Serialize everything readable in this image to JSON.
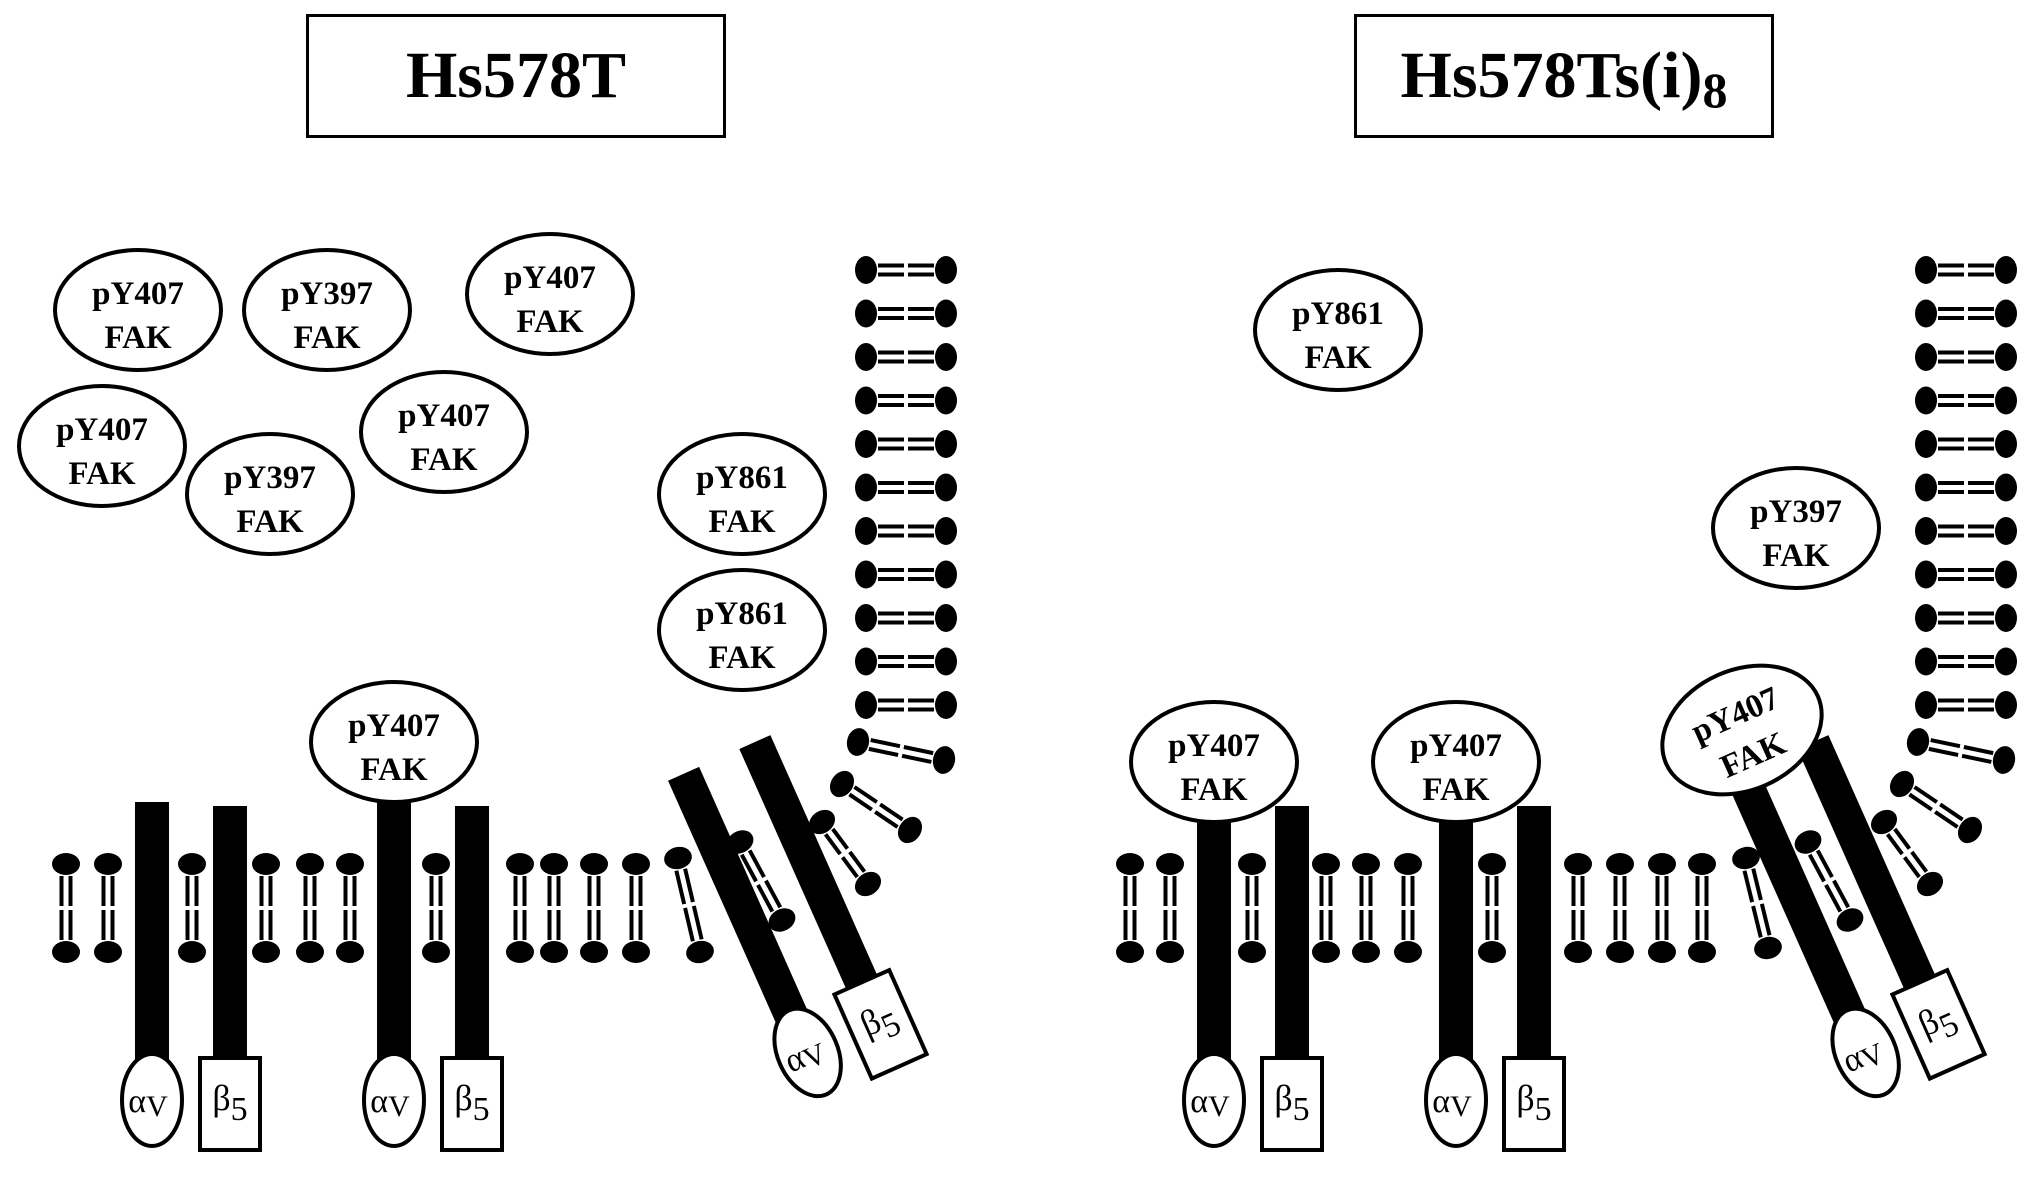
{
  "panels": [
    {
      "title": "Hs578T",
      "integrins": [
        {
          "alpha_label": "α",
          "alpha_sub": "V",
          "beta_label": "β",
          "beta_sub": "5"
        },
        {
          "alpha_label": "α",
          "alpha_sub": "V",
          "beta_label": "β",
          "beta_sub": "5"
        },
        {
          "alpha_label": "α",
          "alpha_sub": "V",
          "beta_label": "β",
          "beta_sub": "5"
        }
      ],
      "fak_proteins": [
        {
          "site": "pY407",
          "name": "FAK",
          "location": "cytoplasm"
        },
        {
          "site": "pY397",
          "name": "FAK",
          "location": "cytoplasm"
        },
        {
          "site": "pY407",
          "name": "FAK",
          "location": "cytoplasm"
        },
        {
          "site": "pY407",
          "name": "FAK",
          "location": "cytoplasm"
        },
        {
          "site": "pY407",
          "name": "FAK",
          "location": "cytoplasm"
        },
        {
          "site": "pY397",
          "name": "FAK",
          "location": "cytoplasm"
        },
        {
          "site": "pY861",
          "name": "FAK",
          "location": "cytoplasm"
        },
        {
          "site": "pY861",
          "name": "FAK",
          "location": "cytoplasm"
        },
        {
          "site": "pY407",
          "name": "FAK",
          "location": "bound to integrin αV"
        }
      ]
    },
    {
      "title": "Hs578Ts(i)",
      "title_subscript": "8",
      "integrins": [
        {
          "alpha_label": "α",
          "alpha_sub": "V",
          "beta_label": "β",
          "beta_sub": "5"
        },
        {
          "alpha_label": "α",
          "alpha_sub": "V",
          "beta_label": "β",
          "beta_sub": "5"
        },
        {
          "alpha_label": "α",
          "alpha_sub": "V",
          "beta_label": "β",
          "beta_sub": "5"
        }
      ],
      "fak_proteins": [
        {
          "site": "pY861",
          "name": "FAK",
          "location": "cytoplasm"
        },
        {
          "site": "pY397",
          "name": "FAK",
          "location": "cytoplasm"
        },
        {
          "site": "pY407",
          "name": "FAK",
          "location": "bound to integrin αV"
        },
        {
          "site": "pY407",
          "name": "FAK",
          "location": "bound to integrin αV"
        },
        {
          "site": "pY407",
          "name": "FAK",
          "location": "bound to integrin αV"
        }
      ]
    }
  ],
  "colors": {
    "ink": "#000000",
    "background": "#ffffff"
  }
}
